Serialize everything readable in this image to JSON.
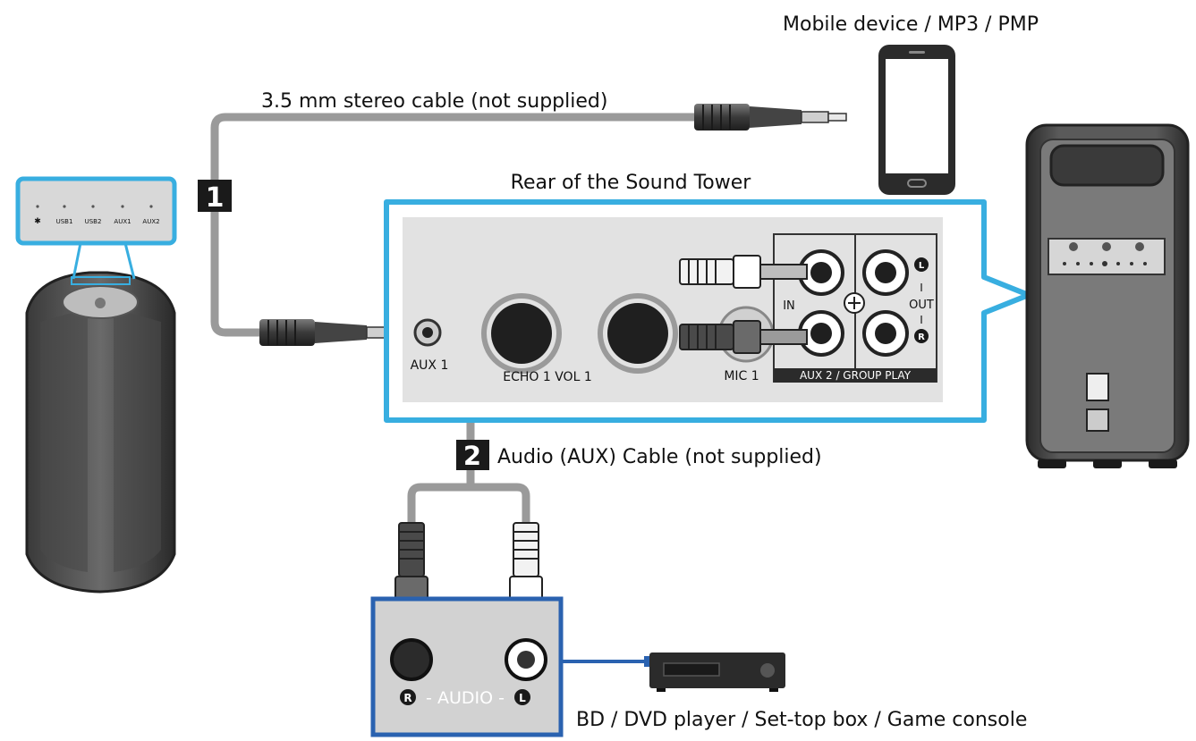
{
  "labels": {
    "mobile_device": "Mobile device / MP3 / PMP",
    "stereo_cable": "3.5 mm  stereo cable (not supplied)",
    "rear_title": "Rear of the Sound Tower",
    "aux_cable": "Audio (AUX) Cable (not supplied)",
    "bd_player": "BD / DVD player / Set-top box / Game console"
  },
  "steps": {
    "one": "1",
    "two": "2"
  },
  "panel": {
    "aux1": "AUX 1",
    "echo_vol": "ECHO 1 VOL 1",
    "mic1": "MIC 1",
    "in": "IN",
    "out": "OUT",
    "aux2_group": "AUX 2 / GROUP PLAY",
    "l": "L",
    "r": "R",
    "dash": "I"
  },
  "audio_jack": {
    "r": "R",
    "audio": "- AUDIO -",
    "l": "L"
  },
  "speaker_panel": {
    "bt": "✱",
    "usb1": "USB1",
    "usb2": "USB2",
    "aux1": "AUX1",
    "aux2": "AUX2"
  },
  "colors": {
    "highlight": "#38aee0",
    "device_frame": "#2a62b0",
    "cable": "#9a9a9a",
    "dark": "#2b2b2b"
  }
}
